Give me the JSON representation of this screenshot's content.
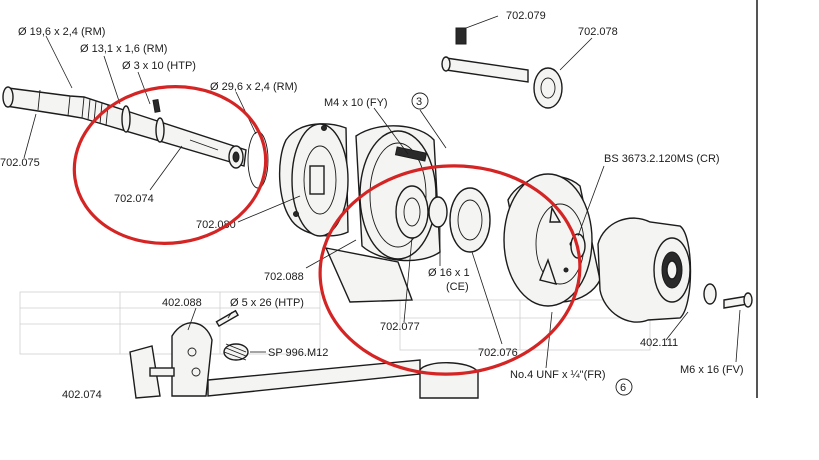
{
  "colors": {
    "highlight": "#d42424",
    "ink": "#1c1c1c",
    "paper": "#ffffff",
    "faint": "#cfcfcf"
  },
  "labels": {
    "ring_19_6": "Ø 19,6 x 2,4 (RM)",
    "ring_13_1": "Ø 13,1 x 1,6 (RM)",
    "pin_3x10": "Ø 3 x 10 (HTP)",
    "ring_29_6": "Ø 29,6 x 2,4 (RM)",
    "screw_m4": "M4 x 10 (FY)",
    "callout_3": "3",
    "part_702079": "702.079",
    "part_702078": "702.078",
    "part_702075": "702.075",
    "part_702074": "702.074",
    "part_702080": "702.080",
    "part_702088": "702.088",
    "bearing_bs": "BS 3673.2.120MS (CR)",
    "ring_16x1": "Ø 16 x 1",
    "ring_16x1_code": "(CE)",
    "part_402088": "402.088",
    "pin_5x26": "Ø 5 x 26 (HTP)",
    "spring_sp996": "SP 996.M12",
    "part_702077": "702.077",
    "part_702076": "702.076",
    "part_402111": "402.111",
    "screw_m6": "M6 x 16 (FV)",
    "screw_unf": "No.4 UNF x ¼\"(FR)",
    "callout_6": "6",
    "part_402074": "402.074"
  }
}
